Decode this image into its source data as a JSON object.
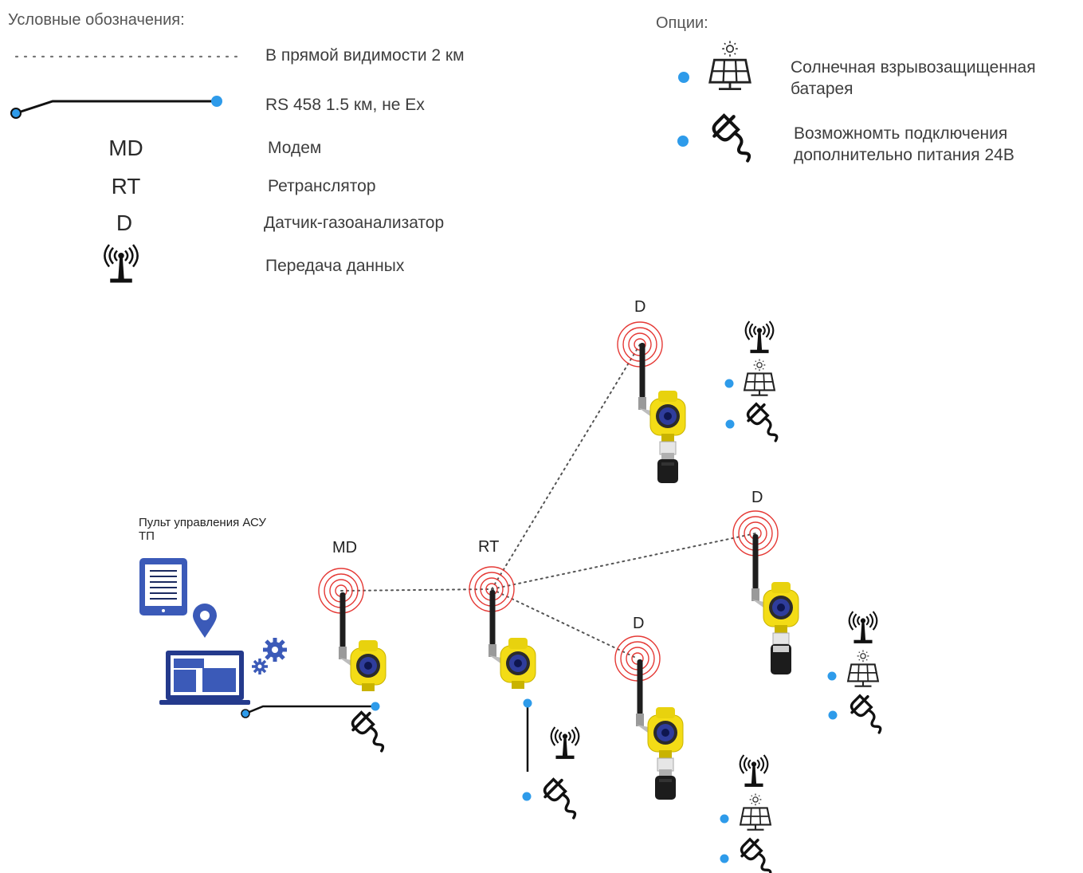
{
  "legend": {
    "title": "Условные обозначения:",
    "line_of_sight": "В прямой видимости 2 км",
    "rs_line": "RS 458 1.5 км, не Ex",
    "items": [
      {
        "abbr": "MD",
        "label": "Модем"
      },
      {
        "abbr": "RT",
        "label": "Ретранслятор"
      },
      {
        "abbr": "D",
        "label": "Датчик-газоанализатор"
      }
    ],
    "data_transfer": "Передача данных"
  },
  "options": {
    "title": "Опции:",
    "solar": "Солнечная взрывозащищенная батарея",
    "power": "Возможномть подключения дополнительно питания 24В"
  },
  "diagram": {
    "control_panel": "Пульт управления АСУ ТП",
    "nodes": {
      "modem": "MD",
      "repeater": "RT",
      "sensor_top": "D",
      "sensor_right": "D",
      "sensor_bottom": "D"
    }
  },
  "colors": {
    "accent_blue": "#2e9bea",
    "device_yellow": "#f3dc16",
    "device_blue": "#2f3d9c",
    "signal_red": "#e53935"
  }
}
